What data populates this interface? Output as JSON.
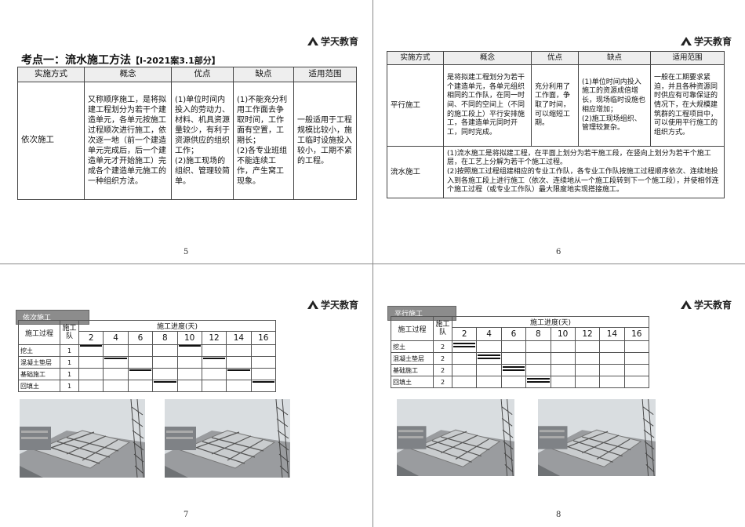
{
  "brand": {
    "logo_text": "学天教育"
  },
  "page5": {
    "title": "考点一：流水施工方法",
    "title_note": "【Ⅰ-2021案3.1部分】",
    "table_headers": [
      "实施方式",
      "概念",
      "优点",
      "缺点",
      "适用范围"
    ],
    "row": {
      "method": "依次施工",
      "concept": "又称顺序施工，是将拟建工程划分为若干个建造单元，各单元按施工过程顺次进行施工，依次逐一地（前一个建造单元完成后，后一个建造单元才开始施工）完成各个建造单元施工的一种组织方法。",
      "advantages": "(1)单位时间内投入的劳动力、材料、机具资源量较少，有利于资源供应的组织工作；\n(2)施工现场的组织、管理较简单。",
      "disadvantages": "(1)不能充分利用工作面去争取时间，工作面有空置，工期长；\n(2)各专业班组不能连续工作，产生窝工现象。",
      "scope": "一般适用于工程规模比较小，施工临时设施投入较小，工期不紧的工程。"
    },
    "page_number": "5"
  },
  "page6": {
    "table_headers": [
      "实施方式",
      "概念",
      "优点",
      "缺点",
      "适用范围"
    ],
    "row1": {
      "method": "平行施工",
      "concept": "是将拟建工程划分为若干个建造单元，各单元组织相同的工作队，在同一时间、不同的空间上（不同的施工段上）平行安排施工，各建造单元同时开工，同时完成。",
      "advantages": "充分利用了工作面，争取了时间，可以缩短工期。",
      "disadvantages": "(1)单位时间内投入施工的资源成倍增长，现场临时设施也相应增加；\n(2)施工现场组织、管理较复杂。",
      "scope": "一般在工期要求紧迫，并且各种资源同时供应有可靠保证的情况下，在大规模建筑群的工程项目中，可以使用平行施工的组织方式。"
    },
    "row2": {
      "method": "流水施工",
      "concept": "(1)流水施工是将拟建工程，在平面上划分为若干施工段，在竖向上划分为若干个施工层，在工艺上分解为若干个施工过程。\n(2)按照施工过程组建相应的专业工作队，各专业工作队按施工过程顺序依次、连续地投入到各施工段上进行施工（依次、连续地从一个施工段转到下一个施工段），并使相邻连个施工过程（或专业工作队）最大限度地实现搭接施工。"
    },
    "page_number": "6"
  },
  "page7": {
    "tag": "依次施工",
    "head_process": "施工过程",
    "head_team": "施工队",
    "head_progress": "施工进度(天)",
    "days": [
      "2",
      "4",
      "6",
      "8",
      "10",
      "12",
      "14",
      "16"
    ],
    "rows": [
      {
        "name": "挖土",
        "team": "1"
      },
      {
        "name": "混凝土垫层",
        "team": "1"
      },
      {
        "name": "基础施工",
        "team": "1"
      },
      {
        "name": "回填土",
        "team": "1"
      }
    ],
    "page_number": "7"
  },
  "page8": {
    "tag": "平行施工",
    "head_process": "施工过程",
    "head_team": "施工队",
    "head_progress": "施工进度(天)",
    "days": [
      "2",
      "4",
      "6",
      "8",
      "10",
      "12",
      "14",
      "16"
    ],
    "rows": [
      {
        "name": "挖土",
        "team": "2"
      },
      {
        "name": "混凝土垫层",
        "team": "2"
      },
      {
        "name": "基础施工",
        "team": "2"
      },
      {
        "name": "回填土",
        "team": "2"
      }
    ],
    "page_number": "8"
  }
}
